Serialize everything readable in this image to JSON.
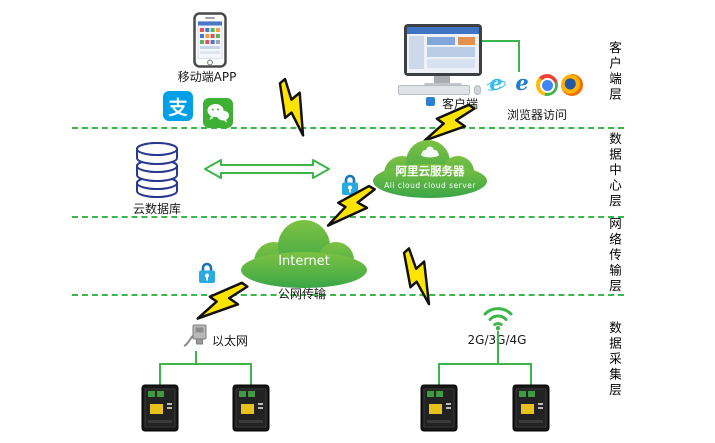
{
  "colors": {
    "line_green": "#3cb54a",
    "cloud_green_top": "#7dc242",
    "cloud_green_bottom": "#3aa648",
    "bolt_yellow": "#ffe400",
    "lock_blue": "#29abe2",
    "db_outline": "#2b388f",
    "alipay_blue": "#00a0e9",
    "wechat_green": "#3eb135"
  },
  "client_layer": {
    "mobile_app_label": "移动端APP",
    "client_label": "客户端",
    "browser_label": "浏览器访问"
  },
  "data_center_layer": {
    "cloud_db_label": "云数据库",
    "ali_cloud_title": "阿里云服务器",
    "ali_cloud_subtitle": "Ali cloud cloud server"
  },
  "network_layer": {
    "internet_label": "Internet",
    "public_net_label": "公网传输"
  },
  "collection_layer": {
    "ethernet_label": "以太网",
    "cellular_label": "2G/3G/4G"
  },
  "layer_labels": [
    "客户端层",
    "数据中心层",
    "网络传输层",
    "数据采集层"
  ],
  "icons": {
    "alipay_glyph": "支",
    "ie_glyph": "e",
    "edge_glyph": "e"
  }
}
